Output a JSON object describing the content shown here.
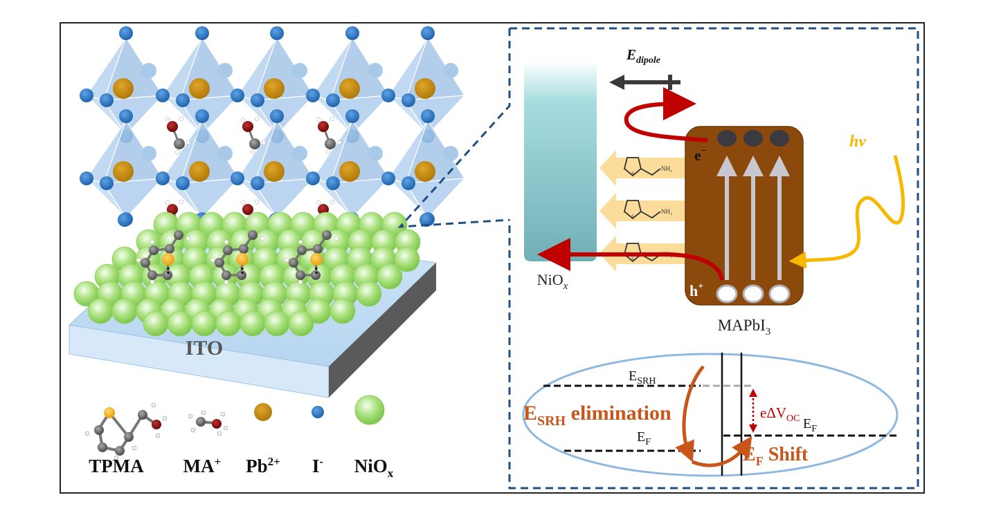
{
  "figure": {
    "left_panel": {
      "substrate_label": "ITO",
      "legend": [
        {
          "key": "tpma",
          "label": "TPMA",
          "sup": "",
          "sub": ""
        },
        {
          "key": "ma",
          "label": "MA",
          "sup": "+",
          "sub": ""
        },
        {
          "key": "pb",
          "label": "Pb",
          "sup": "2+",
          "sub": ""
        },
        {
          "key": "iodide",
          "label": "I",
          "sup": "-",
          "sub": ""
        },
        {
          "key": "niox",
          "label": "NiO",
          "sup": "",
          "sub": "x"
        }
      ]
    },
    "inset": {
      "dipole_label": "E",
      "dipole_sub": "dipole",
      "niox_label": "NiO",
      "niox_sub": "x",
      "electron_label": "e",
      "electron_sup": "−",
      "hole_label": "h",
      "hole_sup": "+",
      "photon_label": "hν",
      "perovskite_label": "MAPbI",
      "perovskite_sub": "3",
      "molecule_group": "NH₂",
      "molecule_hetero": "S",
      "molecule_count": 3,
      "carrier_pairs": 3
    },
    "band_diagram": {
      "esrh_label": "E",
      "esrh_sub": "SRH",
      "ef_left_label": "E",
      "ef_left_sub": "F",
      "ef_right_label": "E",
      "ef_right_sub": "F",
      "elimination_label_main": "E",
      "elimination_label_sub": "SRH",
      "elimination_label_rest": " elimination",
      "voc_label": "eΔV",
      "voc_sub": "OC",
      "shift_label_main": "E",
      "shift_label_sub": "F",
      "shift_label_rest": " Shift"
    },
    "colors": {
      "iodide": "#2f78c4",
      "lead": "#c8900e",
      "niox_sphere": "#9fdd6a",
      "octahedra": "#a9cbe9",
      "sulfur": "#f4b41a",
      "oxygen_n": "#8b1010",
      "carbon": "#6e6e6e",
      "perovskite_block": "#8b4a0c",
      "niox_block": "#7fc6cc",
      "arrow_red": "#c00000",
      "photon": "#f8b800",
      "annotation_orange": "#c8561a",
      "ellipse": "#8fb8e0",
      "dash_frame": "#1f4e85"
    }
  }
}
